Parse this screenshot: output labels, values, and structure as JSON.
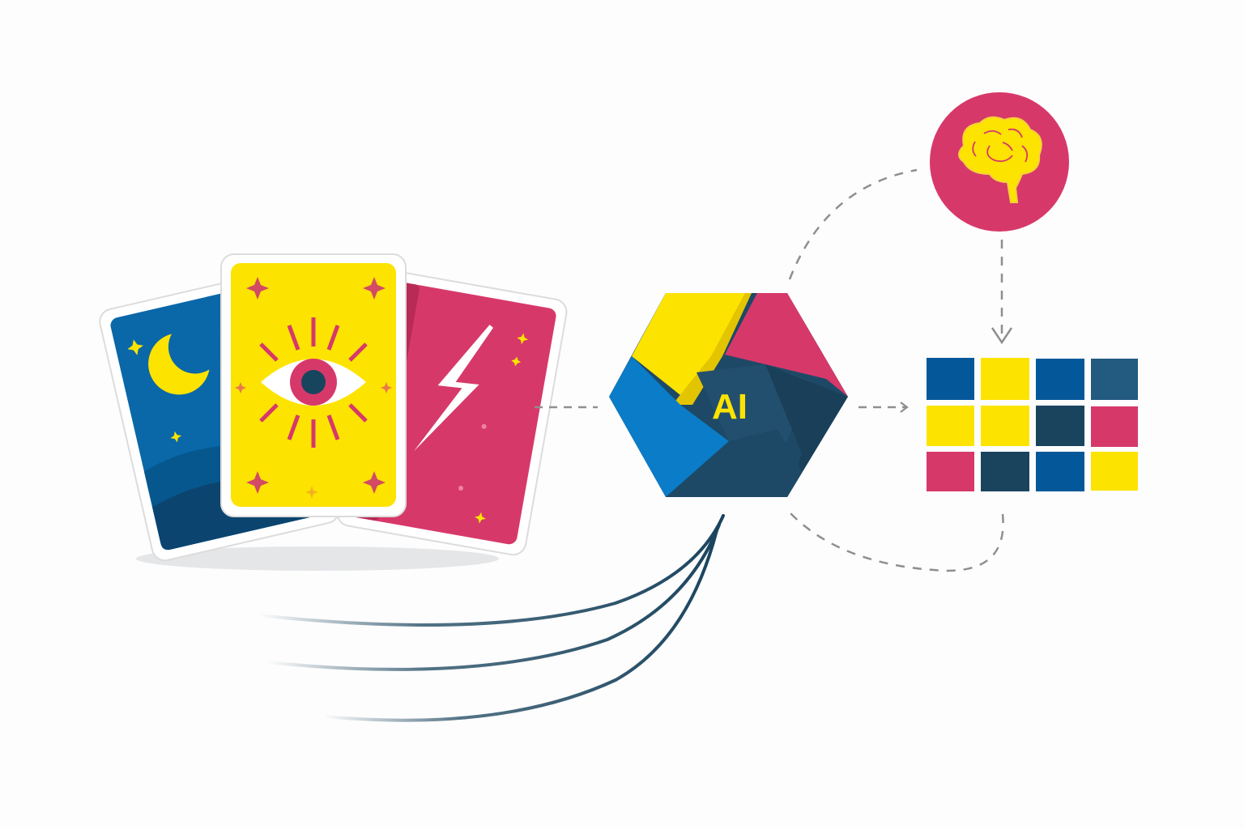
{
  "diagram": {
    "nodes": {
      "cards": {
        "label": "Tarot cards",
        "cards": [
          {
            "name": "moon-card",
            "color": "#0a67a8",
            "symbol": "crescent-moon"
          },
          {
            "name": "eye-card",
            "color": "#fde300",
            "symbol": "all-seeing-eye"
          },
          {
            "name": "lightning-card",
            "color": "#d7386a",
            "symbol": "lightning-bolt"
          }
        ]
      },
      "ai_hub": {
        "text": "AI",
        "colors": [
          "#fde300",
          "#d7386a",
          "#0a7cc8",
          "#1d4966"
        ]
      },
      "brain": {
        "label": "brain",
        "bg": "#d7386a",
        "icon": "#fde300"
      },
      "grid": {
        "rows": [
          [
            "#04589a",
            "#fde300",
            "#04589a",
            "#235a80"
          ],
          [
            "#fde300",
            "#fde300",
            "#1a445e",
            "#d7386a"
          ],
          [
            "#d7386a",
            "#1a445e",
            "#04589a",
            "#fde300"
          ]
        ]
      }
    },
    "colors": {
      "blue": "#0a67a8",
      "yellow": "#fde300",
      "pink": "#d7386a",
      "navy": "#1a445e",
      "dash": "#8f8f8f"
    }
  }
}
